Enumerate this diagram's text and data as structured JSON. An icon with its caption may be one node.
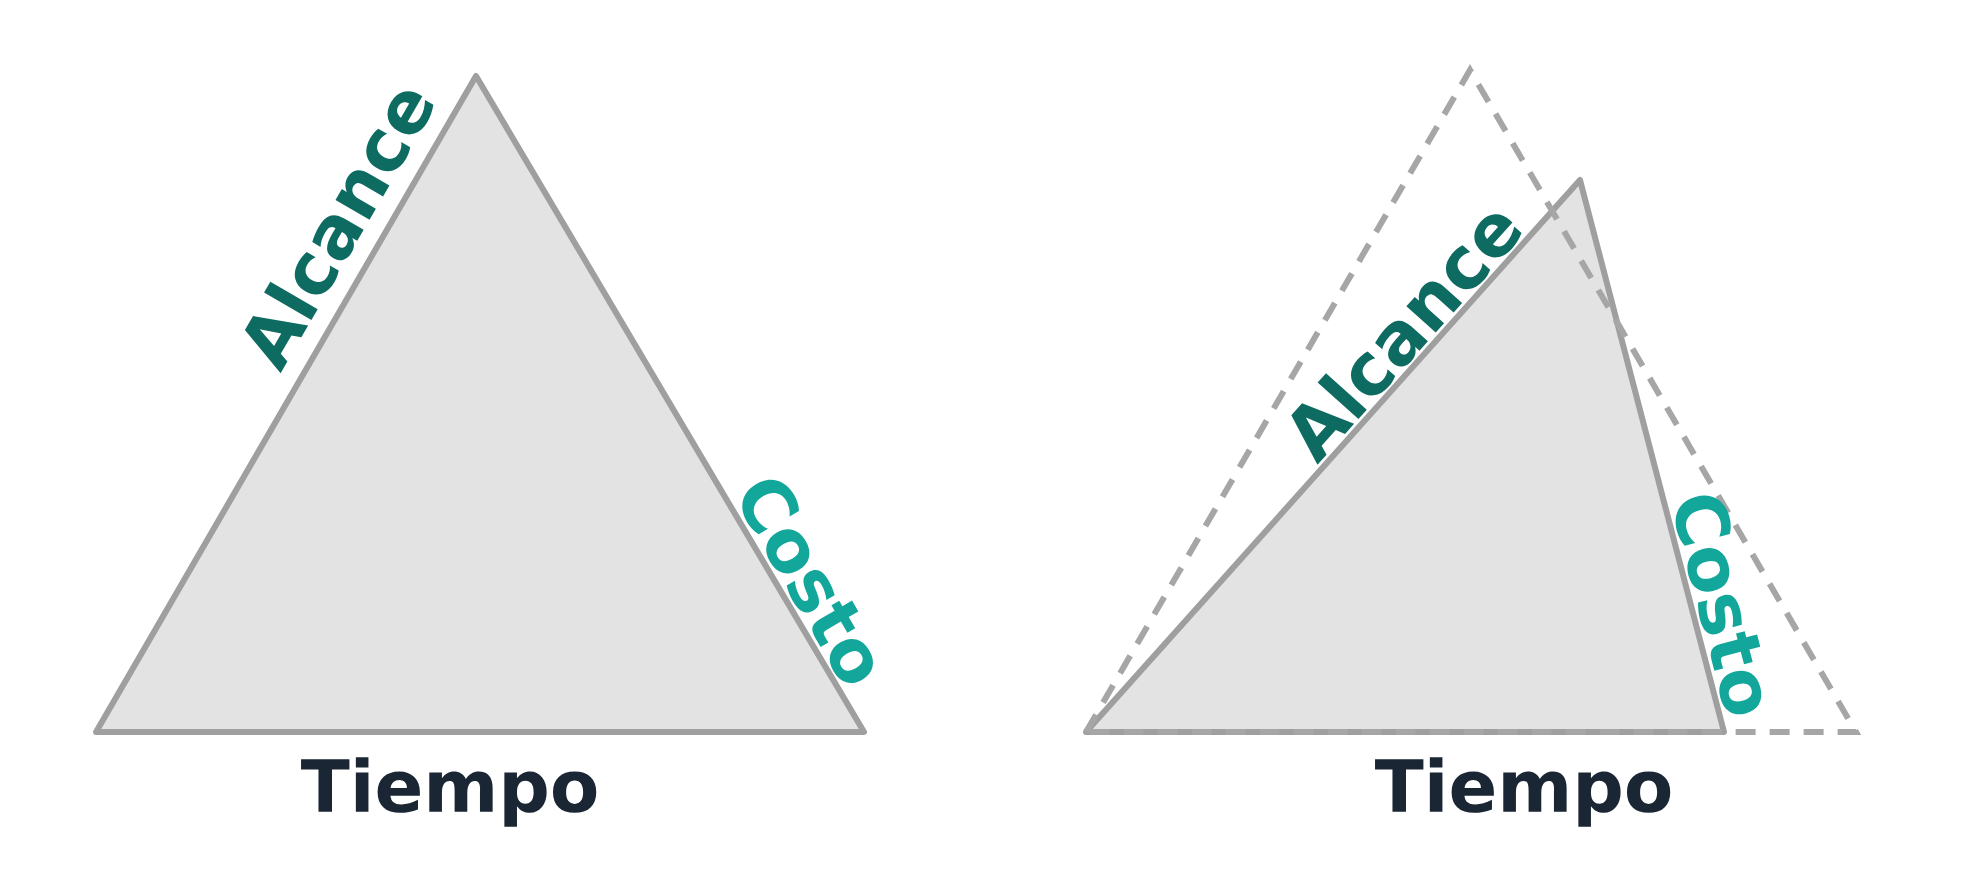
{
  "diagram": {
    "labels": [
      "Alcance",
      "Costo",
      "Tiempo",
      "Alcance",
      "Costo",
      "Tiempo"
    ]
  }
}
